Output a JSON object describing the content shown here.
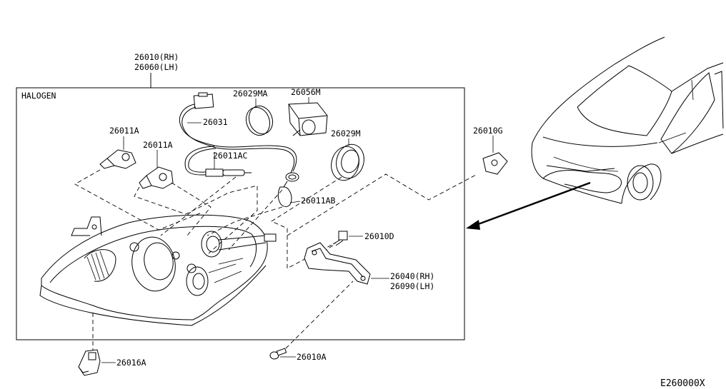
{
  "diagram": {
    "box_label": "HALOGEN",
    "corner_code": "E260000X",
    "labels": {
      "p26010_rh": "26010(RH)",
      "p26060_lh": "26060(LH)",
      "p26031": "26031",
      "p26029MA": "26029MA",
      "p26056M": "26056M",
      "p26029M": "26029M",
      "p26011A_1": "26011A",
      "p26011A_2": "26011A",
      "p26011AC": "26011AC",
      "p26011AB": "26011AB",
      "p26010G": "26010G",
      "p26010D": "26010D",
      "p26040_rh": "26040(RH)",
      "p26090_lh": "26090(LH)",
      "p26016A": "26016A",
      "p26010A": "26010A"
    }
  },
  "colors": {
    "ink": "#000000",
    "paper": "#ffffff"
  }
}
